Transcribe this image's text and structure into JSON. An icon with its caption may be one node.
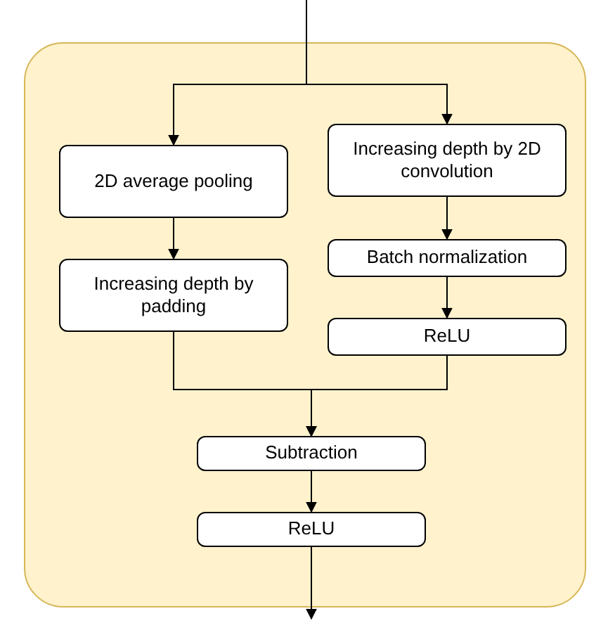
{
  "diagram": {
    "nodes": [
      {
        "text": [],
        "shape": "box"
      },
      {
        "text": [
          "2D average pooling"
        ],
        "in": 0
      },
      {
        "text": [
          "Increasing depth by padding"
        ],
        "in": 0
      },
      {
        "text": [
          "Increasing depth by 2D convolution"
        ],
        "in": 0
      },
      {
        "text": [
          "Batch normalization"
        ],
        "in": 0
      },
      {
        "text": [
          "ReLU"
        ],
        "in": 0
      },
      {
        "text": [
          "Subtraction"
        ],
        "in": 0
      },
      {
        "text": [
          "ReLU"
        ],
        "in": 0
      }
    ],
    "edges": [
      {
        "from": null,
        "to": 1,
        "arrow": "to"
      },
      {
        "from": null,
        "to": 3,
        "arrow": "to"
      },
      {
        "from": 1,
        "to": 2,
        "arrow": "to"
      },
      {
        "from": 3,
        "to": 4,
        "arrow": "to"
      },
      {
        "from": 4,
        "to": 5,
        "arrow": "to"
      },
      {
        "from": 2,
        "to": 6,
        "arrow": "to"
      },
      {
        "from": 5,
        "to": 6,
        "arrow": "to"
      },
      {
        "from": 6,
        "to": 7,
        "arrow": "to"
      },
      {
        "from": 7,
        "to": null,
        "arrow": "to"
      }
    ]
  }
}
